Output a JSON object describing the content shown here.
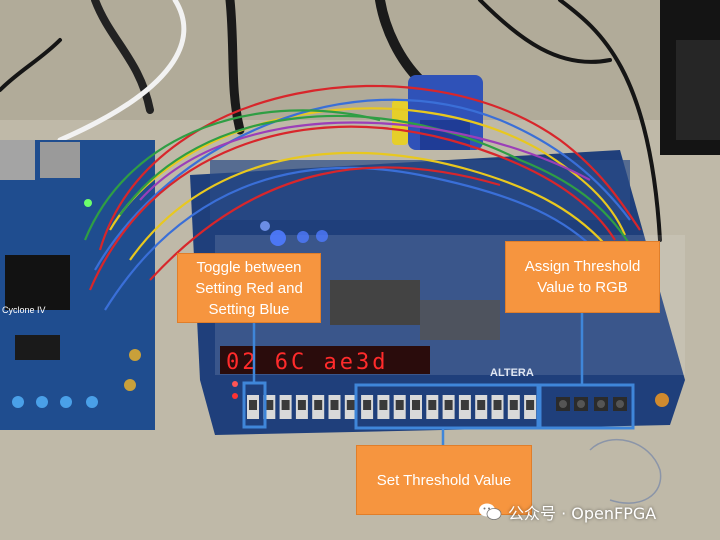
{
  "scene": {
    "description_free": true,
    "colors": {
      "callout_fill": "#f6953f",
      "highlight_box": "#3f86d9",
      "board_blue": "#1e3f7a",
      "table": "#bfb9a8",
      "seven_seg_red": "#ff2b2b",
      "led_blue": "#4f7bff"
    }
  },
  "callouts": {
    "toggle": "Toggle between\nSetting Red and\nSetting Blue",
    "assign": "Assign Threshold\nValue to RGB",
    "set": "Set Threshold Value"
  },
  "display": {
    "digits": "02 6C ae3d"
  },
  "board": {
    "brand": "ALTERA",
    "secondary_board": "Cyclone IV"
  },
  "watermark": {
    "text": "公众号 · OpenFPGA",
    "icon": "wechat-icon"
  }
}
